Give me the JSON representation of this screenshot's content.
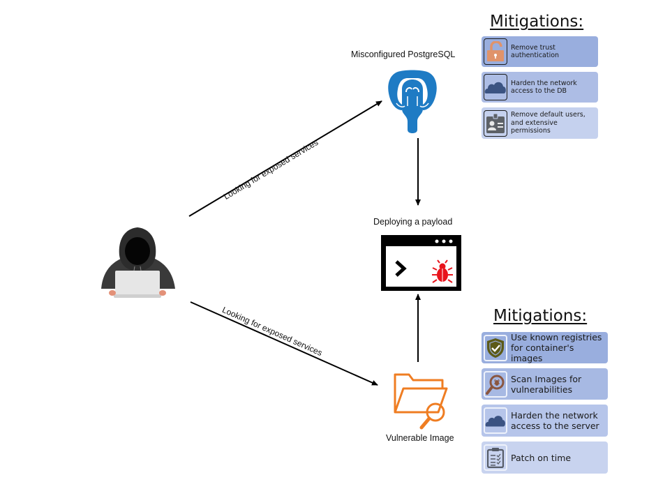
{
  "nodes": {
    "attacker": {
      "icon": "hooded-hacker-icon"
    },
    "postgres": {
      "label": "Misconfigured PostgreSQL",
      "icon": "postgresql-elephant-icon",
      "color": "#1e7bc4"
    },
    "payload": {
      "label": "Deploying a payload",
      "icon": "terminal-bug-icon",
      "bug_color": "#e8141c"
    },
    "image": {
      "label": "Vulnerable Image",
      "icon": "folder-search-icon",
      "color": "#ef7d22"
    }
  },
  "edges": [
    {
      "from": "attacker",
      "to": "postgres",
      "label": "Looking for exposed services"
    },
    {
      "from": "attacker",
      "to": "image",
      "label": "Looking for exposed services"
    },
    {
      "from": "postgres",
      "to": "payload",
      "label": ""
    },
    {
      "from": "image",
      "to": "payload",
      "label": ""
    }
  ],
  "mitigations_db": {
    "title": "Mitigations:",
    "items": [
      {
        "text": "Remove trust authentication",
        "icon": "unlocked-padlock-icon",
        "bg": "#99aede"
      },
      {
        "text": "Harden the network access to the DB",
        "icon": "cloud-icon",
        "bg": "#adbde5"
      },
      {
        "text": "Remove default users, and extensive permissions",
        "icon": "id-badge-icon",
        "bg": "#c5d1ee"
      }
    ]
  },
  "mitigations_image": {
    "title": "Mitigations:",
    "items": [
      {
        "text": "Use known registries for container's images",
        "icon": "shield-check-icon",
        "bg": "#99aede"
      },
      {
        "text": "Scan Images for vulnerabilities",
        "icon": "bug-magnifier-icon",
        "bg": "#a7b9e3"
      },
      {
        "text": "Harden the network access to the server",
        "icon": "cloud-icon",
        "bg": "#b6c5ea"
      },
      {
        "text": "Patch on time",
        "icon": "clipboard-checklist-icon",
        "bg": "#c8d3ef"
      }
    ]
  }
}
